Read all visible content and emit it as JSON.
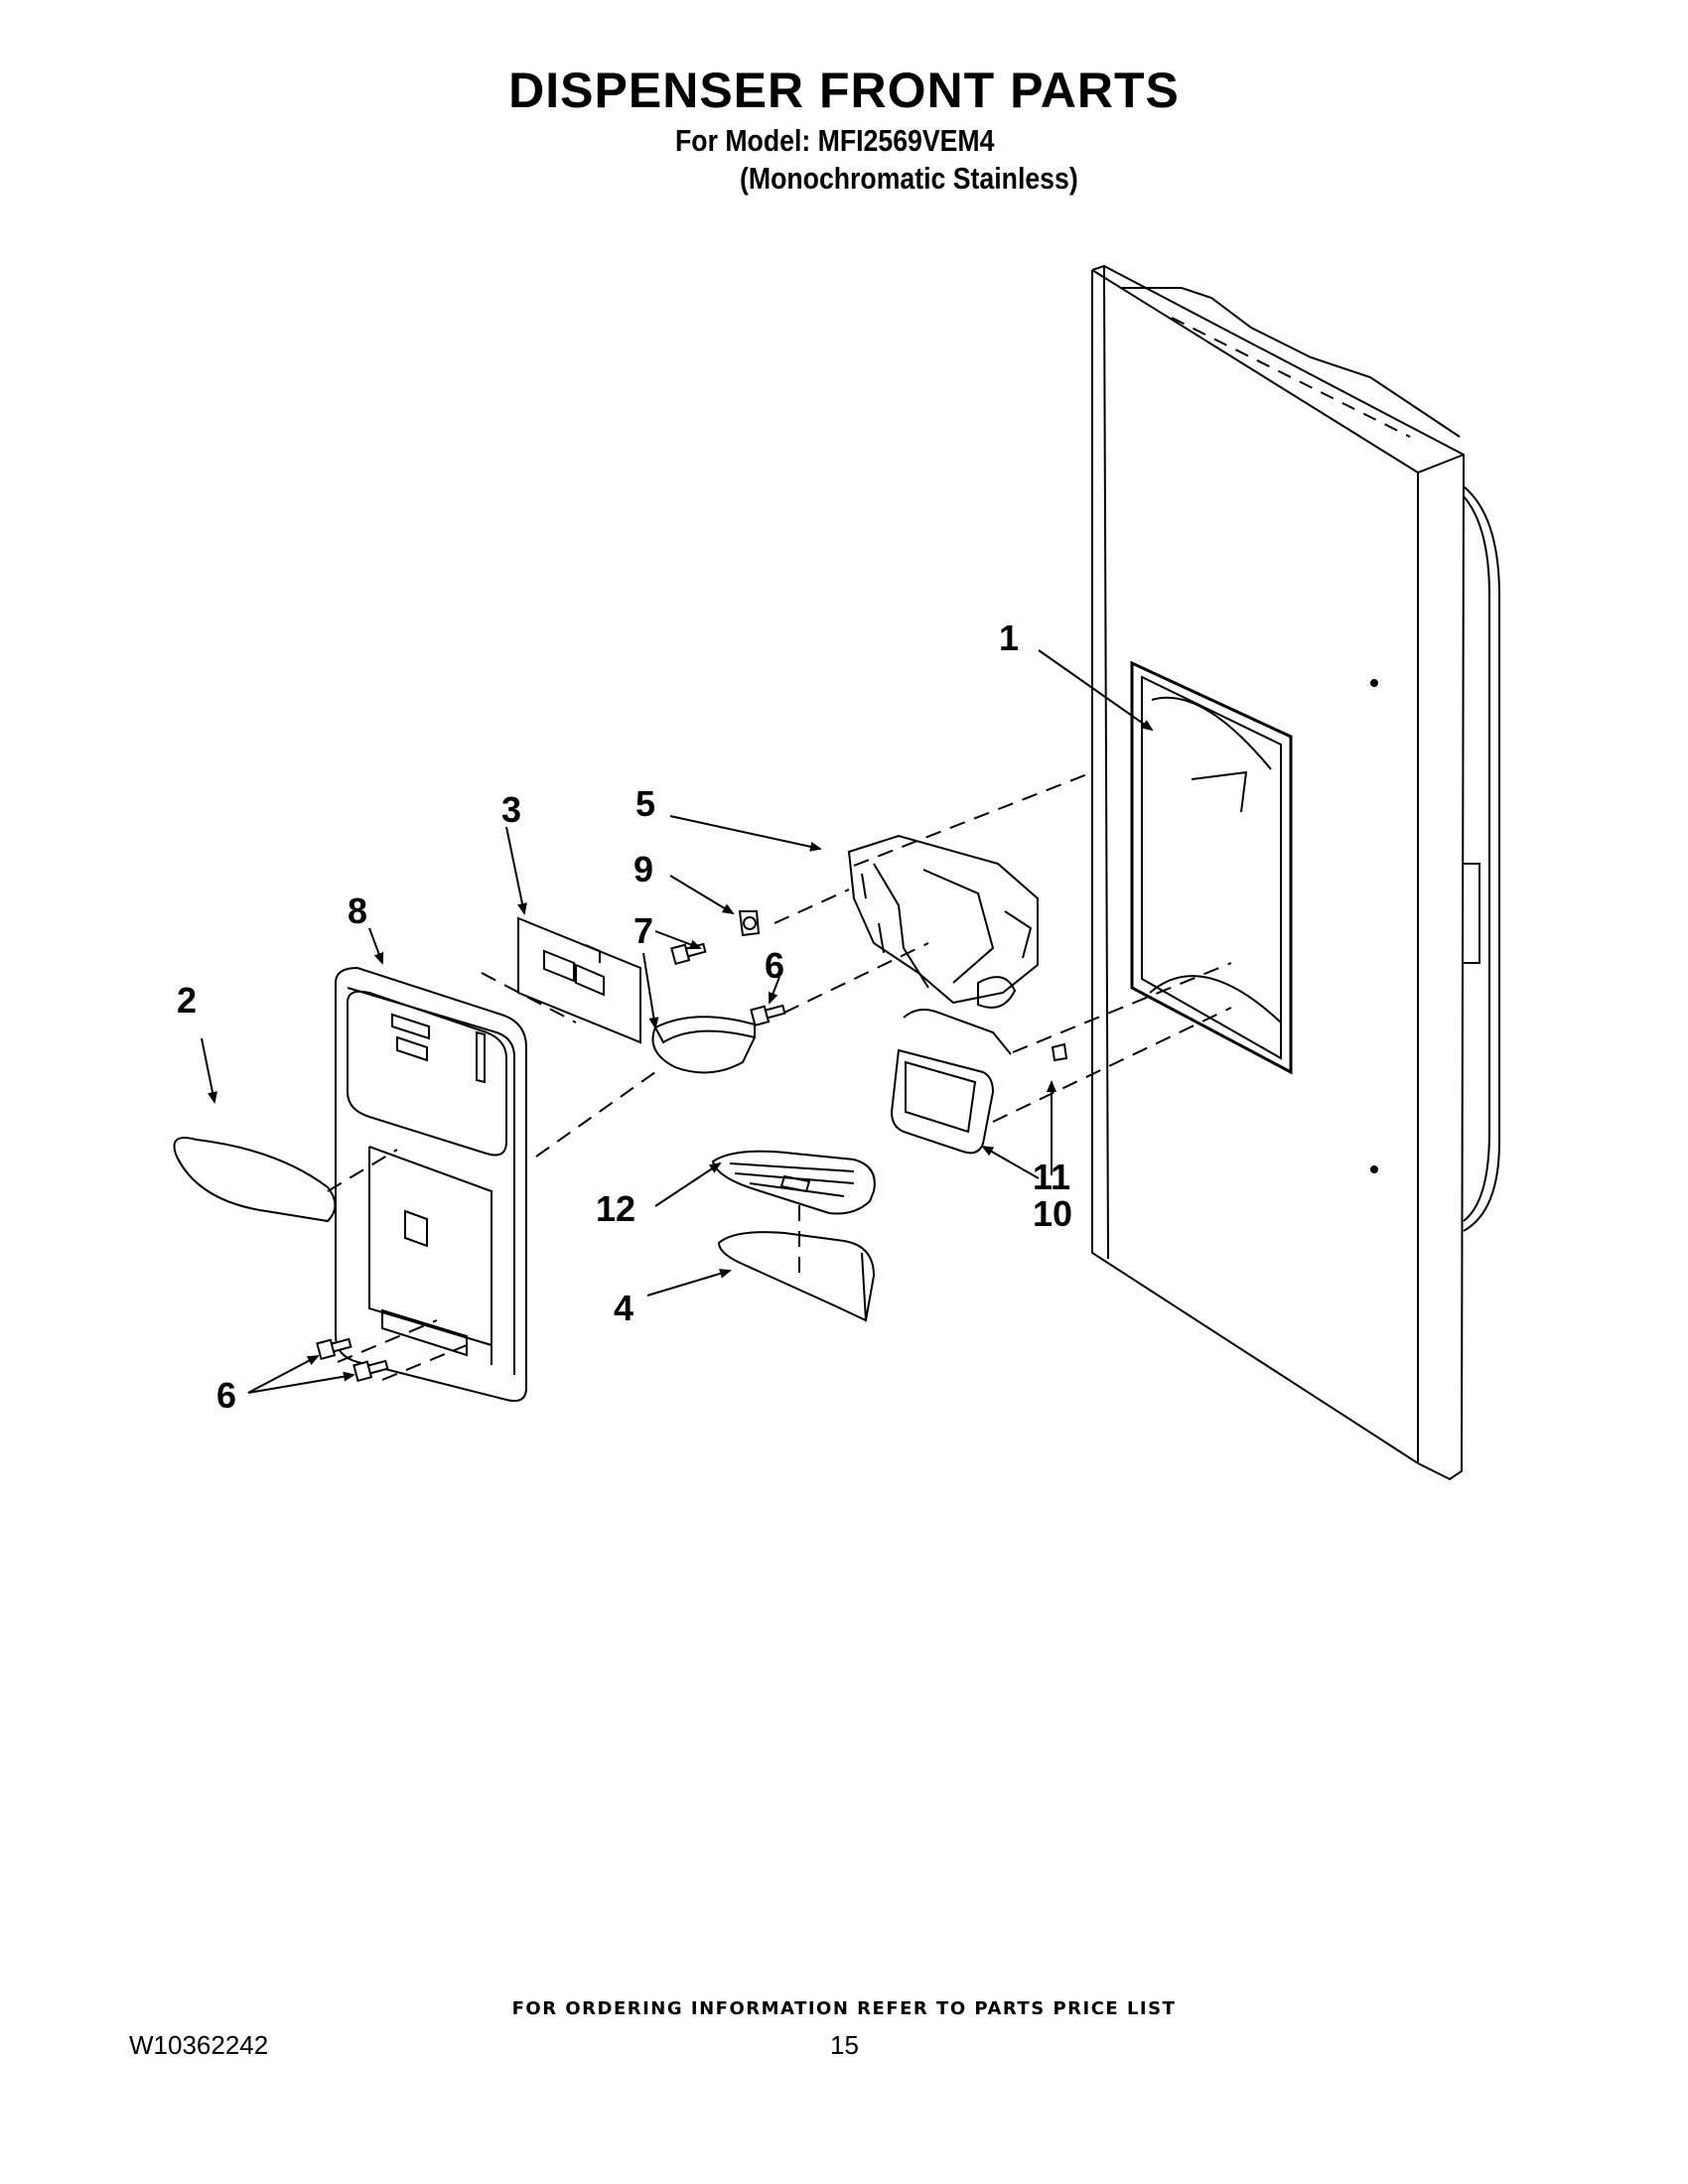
{
  "header": {
    "title": "DISPENSER FRONT PARTS",
    "model_line": "For Model: MFI2569VEM4",
    "finish_line": "(Monochromatic Stainless)"
  },
  "callouts": [
    "1",
    "2",
    "3",
    "4",
    "5",
    "6",
    "6",
    "6",
    "7",
    "8",
    "9",
    "10",
    "11",
    "12"
  ],
  "footer": {
    "ordering_note": "FOR ORDERING INFORMATION REFER TO PARTS PRICE LIST",
    "document_number": "W10362242",
    "page_number": "15"
  }
}
